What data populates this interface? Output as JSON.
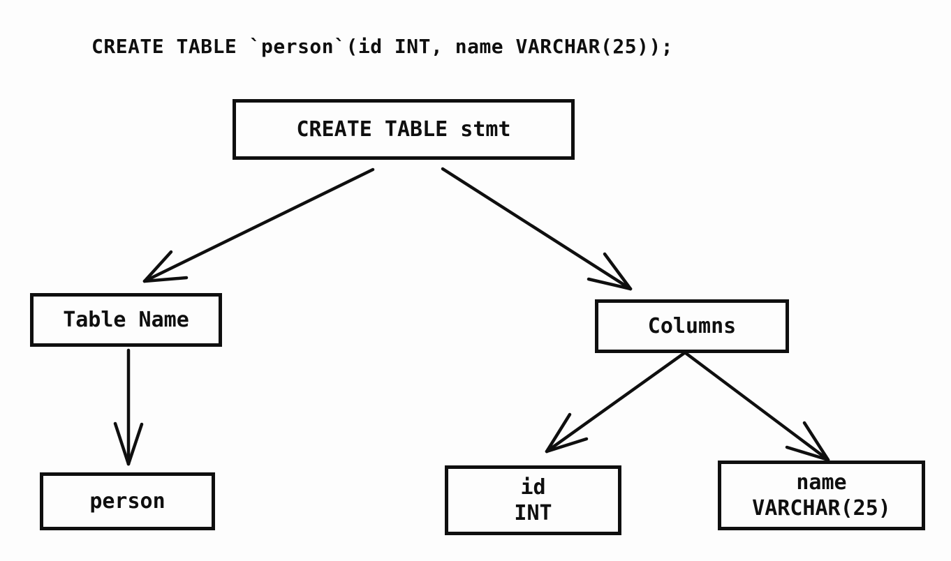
{
  "title": {
    "sql_statement": "CREATE TABLE `person`(id INT, name VARCHAR(25));"
  },
  "tree": {
    "nodes": {
      "root": {
        "label": "CREATE TABLE stmt"
      },
      "table_name": {
        "label": "Table Name"
      },
      "columns": {
        "label": "Columns"
      },
      "person": {
        "label": "person"
      },
      "id_column": {
        "name": "id",
        "type": "INT"
      },
      "name_column": {
        "name": "name",
        "type": "VARCHAR(25)"
      }
    },
    "edges": [
      {
        "from": "CREATE TABLE stmt",
        "to": "Table Name"
      },
      {
        "from": "CREATE TABLE stmt",
        "to": "Columns"
      },
      {
        "from": "Table Name",
        "to": "person"
      },
      {
        "from": "Columns",
        "to": "id INT"
      },
      {
        "from": "Columns",
        "to": "name VARCHAR(25)"
      }
    ],
    "colors": {
      "stroke": "#0f0f0f",
      "background": "#fdfdfd"
    }
  }
}
